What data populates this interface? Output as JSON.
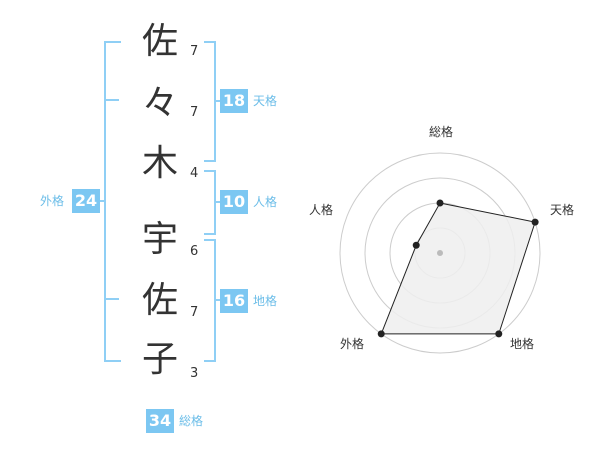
{
  "name": {
    "chars": [
      {
        "char": "佐",
        "strokes": "7"
      },
      {
        "char": "々",
        "strokes": "7"
      },
      {
        "char": "木",
        "strokes": "4"
      },
      {
        "char": "宇",
        "strokes": "6"
      },
      {
        "char": "佐",
        "strokes": "7"
      },
      {
        "char": "子",
        "strokes": "3"
      }
    ]
  },
  "fortunes": {
    "tenkaku": {
      "value": "18",
      "label": "天格"
    },
    "jinkaku": {
      "value": "10",
      "label": "人格"
    },
    "chikaku": {
      "value": "16",
      "label": "地格"
    },
    "gaikaku": {
      "value": "24",
      "label": "外格"
    },
    "soukaku": {
      "value": "34",
      "label": "総格"
    }
  },
  "chart_data": {
    "type": "radar",
    "axes": [
      "総格",
      "天格",
      "地格",
      "外格",
      "人格"
    ],
    "values": [
      2,
      4,
      4,
      4,
      1
    ],
    "max": 4,
    "levels": 4,
    "colors": {
      "fill": "#efefef",
      "line": "#222222",
      "grid": "#cccccc",
      "center": "#bbbbbb"
    }
  },
  "colors": {
    "accent": "#7cc7f2",
    "bracket": "#8fcff5",
    "label": "#6bbde8"
  }
}
